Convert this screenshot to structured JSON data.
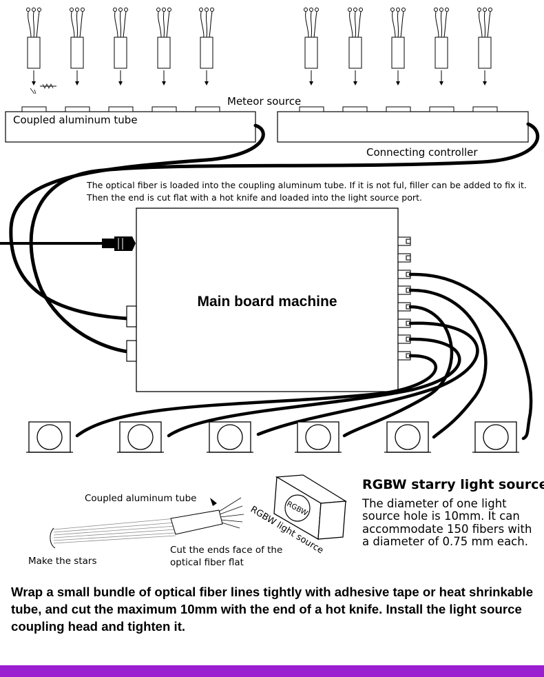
{
  "labels": {
    "meteor_source": "Meteor source",
    "coupled_tube_top": "Coupled aluminum tube",
    "connecting_controller": "Connecting controller",
    "main_board": "Main board machine",
    "coupled_tube_bottom": "Coupled aluminum tube",
    "make_stars": "Make the stars",
    "cut_ends": "Cut the ends face of the optical fiber flat",
    "rgbw_box_side": "RGBW light source",
    "rgbw_box_face": "RGBW"
  },
  "note_text": "The optical fiber is loaded into the coupling aluminum tube. If it is not ful, filler can be added to fix it. Then the end is cut flat with a hot knife and loaded into the light source port.",
  "rgbw": {
    "title": "RGBW starry light source",
    "description": "The diameter of one light source hole is 10mm. It can accommodate 150 fibers with a diameter of 0.75 mm each."
  },
  "instructions": "Wrap a small bundle of optical fiber lines tightly with adhesive tape or heat shrinkable tube, and cut the maximum 10mm with the end of a hot knife. Install the light source coupling head and tighten it.",
  "colors": {
    "footer_bar": "#9a1fd1",
    "line": "#000000",
    "background": "#ffffff"
  }
}
